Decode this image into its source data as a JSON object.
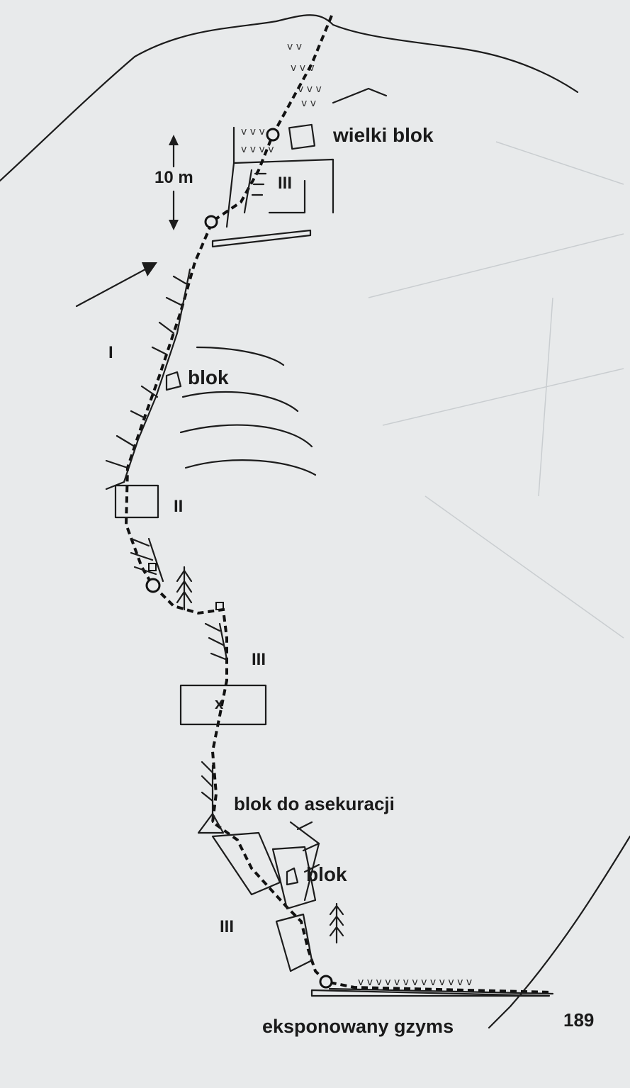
{
  "diagram": {
    "labels": {
      "big_block": "wielki blok",
      "scale": "10 m",
      "grade_top": "III",
      "grade_one": "I",
      "block_mid": "blok",
      "grade_two": "II",
      "grade_three_mid": "III",
      "cross": "x",
      "belay_block": "blok do asekuracji",
      "block_low": "blok",
      "grade_three_low": "III",
      "ledge": "eksponowany gzyms",
      "route_number": "189"
    },
    "colors": {
      "paper": "#e8eaeb",
      "ink": "#1c1c1c"
    }
  }
}
